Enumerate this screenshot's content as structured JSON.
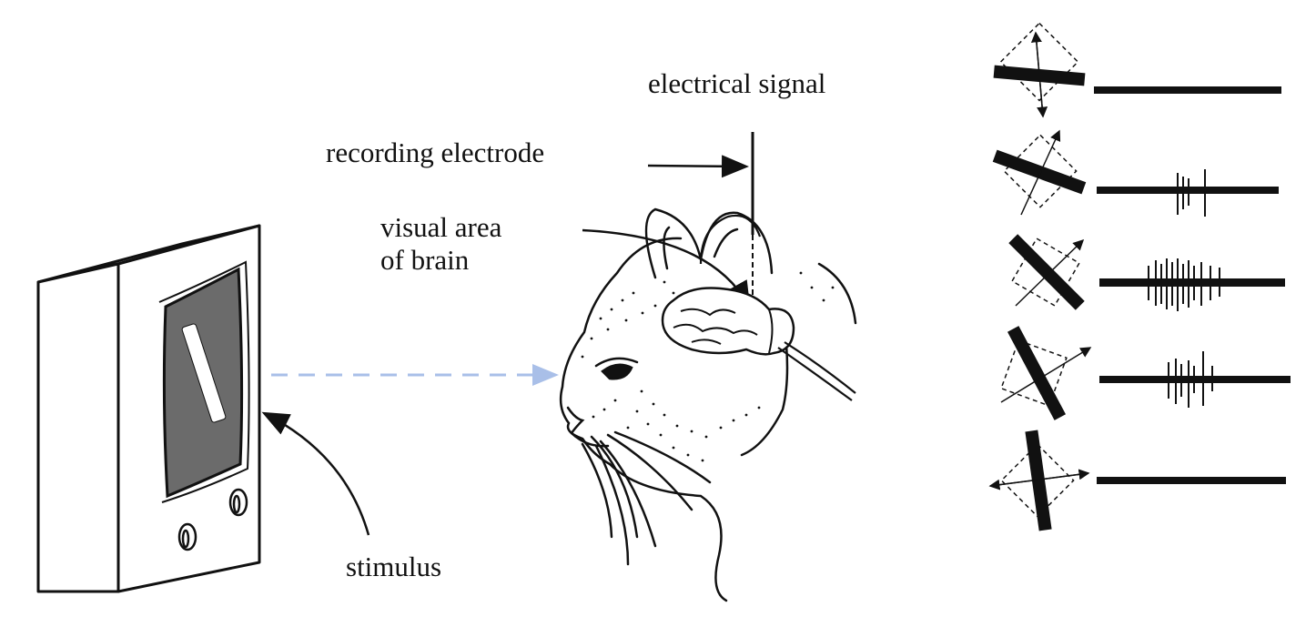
{
  "labels": {
    "electrical_signal": "electrical signal",
    "recording_electrode": "recording electrode",
    "visual_area_line1": "visual area",
    "visual_area_line2": "of brain",
    "stimulus": "stimulus"
  },
  "colors": {
    "ink": "#111111",
    "screen": "#6b6b6b",
    "arrow": "#a9bfe8"
  },
  "stimulus_bar_orientation": "tilted",
  "orientation_responses": [
    {
      "bar": "near-horizontal",
      "response": "none"
    },
    {
      "bar": "oblique-shallow",
      "response": "weak"
    },
    {
      "bar": "oblique-45",
      "response": "strong"
    },
    {
      "bar": "oblique-steep",
      "response": "weak"
    },
    {
      "bar": "near-vertical",
      "response": "none"
    }
  ]
}
